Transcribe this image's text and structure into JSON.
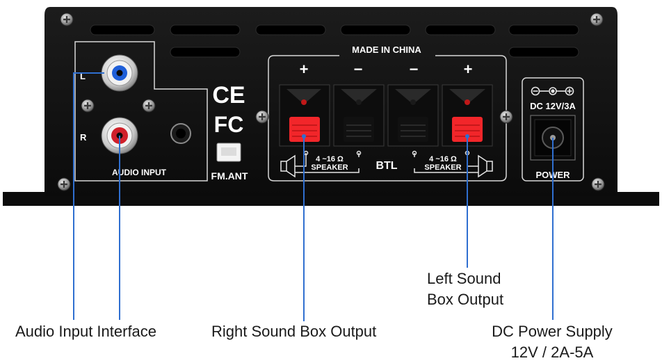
{
  "panel": {
    "made_in": "MADE IN CHINA",
    "audio_input": "AUDIO INPUT",
    "channel_l": "L",
    "channel_r": "R",
    "ce_mark": "CE",
    "fc_mark": "FC",
    "fm_ant": "FM.ANT",
    "plus": "+",
    "minus": "−",
    "impedance": "4 ~16 Ω",
    "speaker": "SPEAKER",
    "btl": "BTL",
    "dc_rating": "DC 12V/3A",
    "power": "POWER"
  },
  "callouts": {
    "audio_input_interface": "Audio Input Interface",
    "right_output": "Right Sound Box Output",
    "left_output_line1": "Left Sound",
    "left_output_line2": "Box Output",
    "dc_supply_line1": "DC Power Supply",
    "dc_supply_line2": "12V / 2A-5A"
  },
  "colors": {
    "chassis": "#141414",
    "panel_line": "#d8d8d8",
    "callout_line": "#2f6fd0",
    "rca_red": "#d0202a",
    "rca_blue": "#1f5fd8",
    "terminal_red": "#f2262a"
  }
}
